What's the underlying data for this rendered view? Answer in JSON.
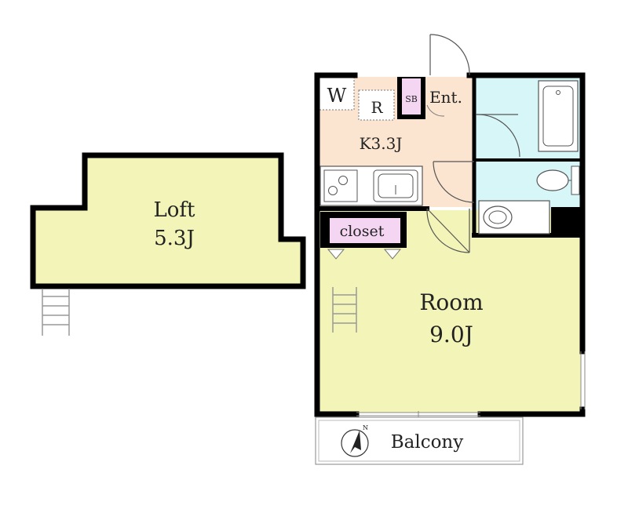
{
  "rooms": {
    "loft": {
      "label": "Loft",
      "size": "5.3J"
    },
    "main_room": {
      "label": "Room",
      "size": "9.0J"
    },
    "kitchen": {
      "label": "K3.3J"
    }
  },
  "labels": {
    "washer": "W",
    "refrigerator": "R",
    "shoe_box": "SB",
    "entrance": "Ent.",
    "closet": "closet",
    "balcony": "Balcony"
  },
  "colors": {
    "room_fill": "#f3f5b8",
    "kitchen_fill": "#fbe4d0",
    "bath_fill": "#d7f6f8",
    "closet_fill": "#f4d6f2",
    "wall": "#000000"
  }
}
